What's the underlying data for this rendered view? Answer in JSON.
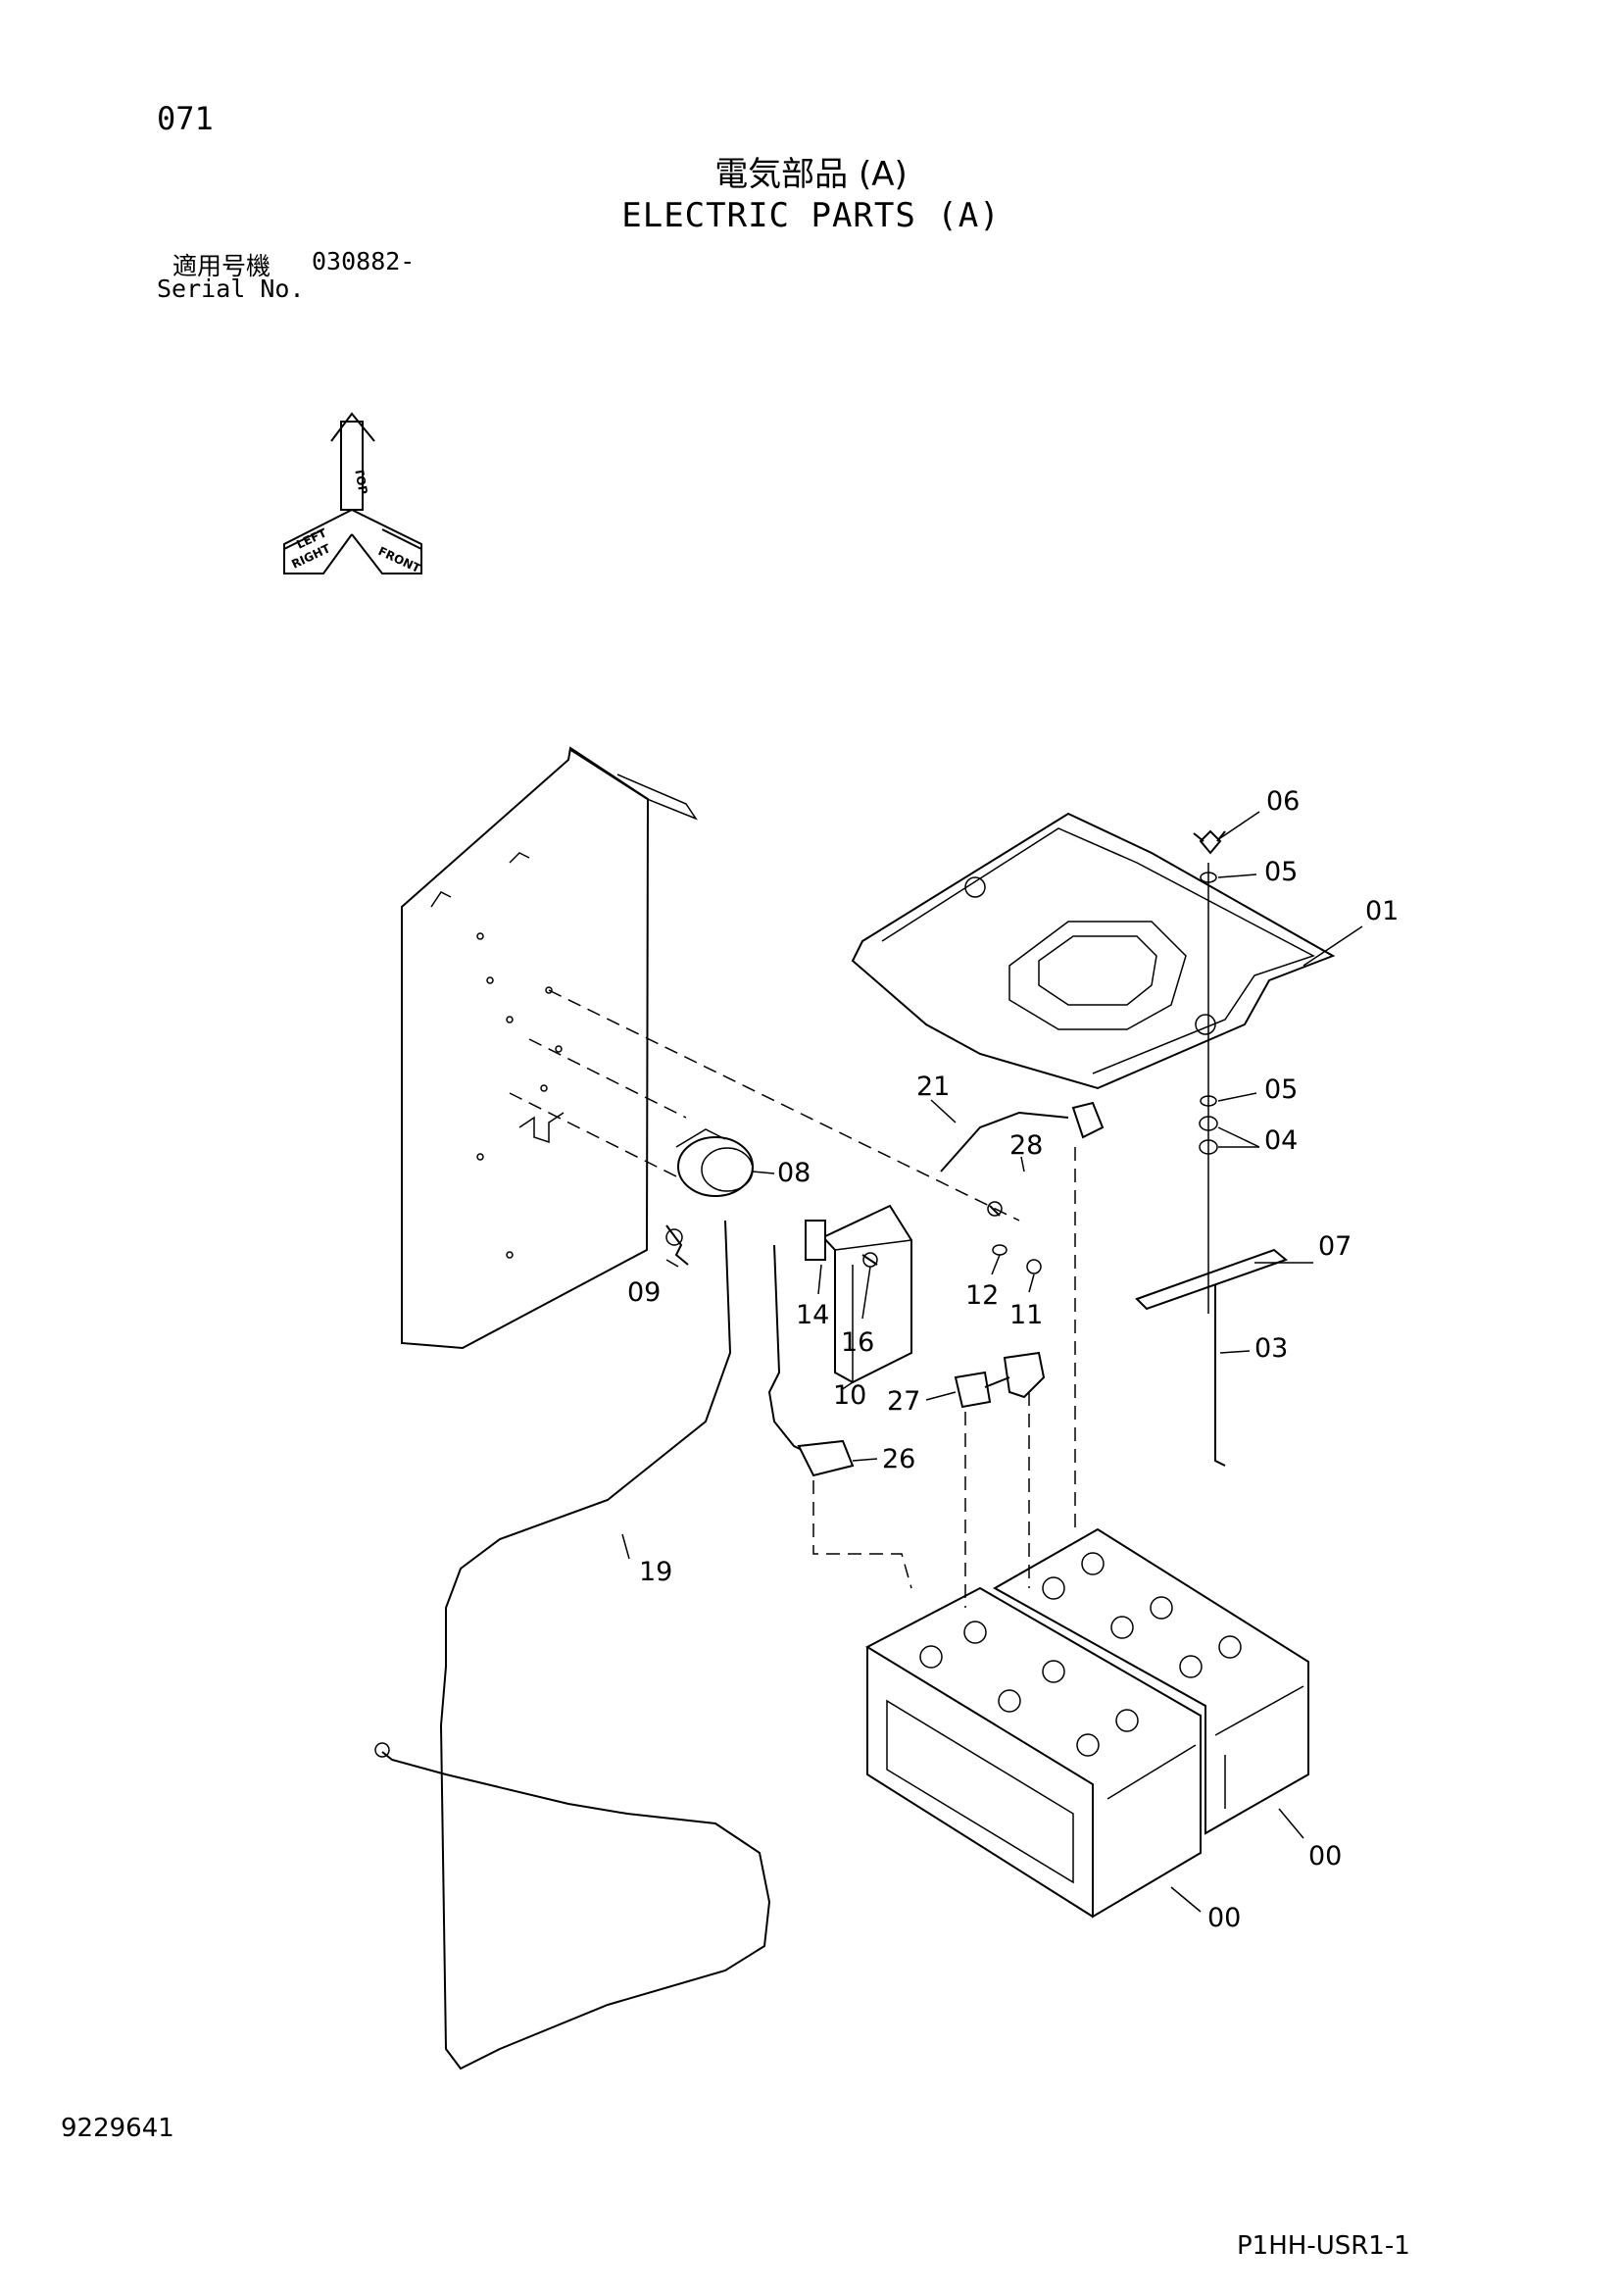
{
  "page_number": "071",
  "title_jp": "電気部品 (A)",
  "title_en": "ELECTRIC PARTS (A)",
  "serial": {
    "label_jp": "適用号機",
    "label_en": "Serial No.",
    "value": "030882-"
  },
  "orientation": {
    "top": "TOP",
    "left": "LEFT",
    "right": "RIGHT",
    "front": "FRONT"
  },
  "callouts": {
    "c01": "01",
    "c03": "03",
    "c04": "04",
    "c05a": "05",
    "c05b": "05",
    "c06": "06",
    "c07": "07",
    "c08": "08",
    "c09": "09",
    "c10": "10",
    "c11": "11",
    "c12": "12",
    "c14": "14",
    "c16": "16",
    "c19": "19",
    "c21": "21",
    "c26": "26",
    "c27": "27",
    "c28": "28",
    "c00a": "00",
    "c00b": "00"
  },
  "doc_number": "9229641",
  "ref_code": "P1HH-USR1-1"
}
